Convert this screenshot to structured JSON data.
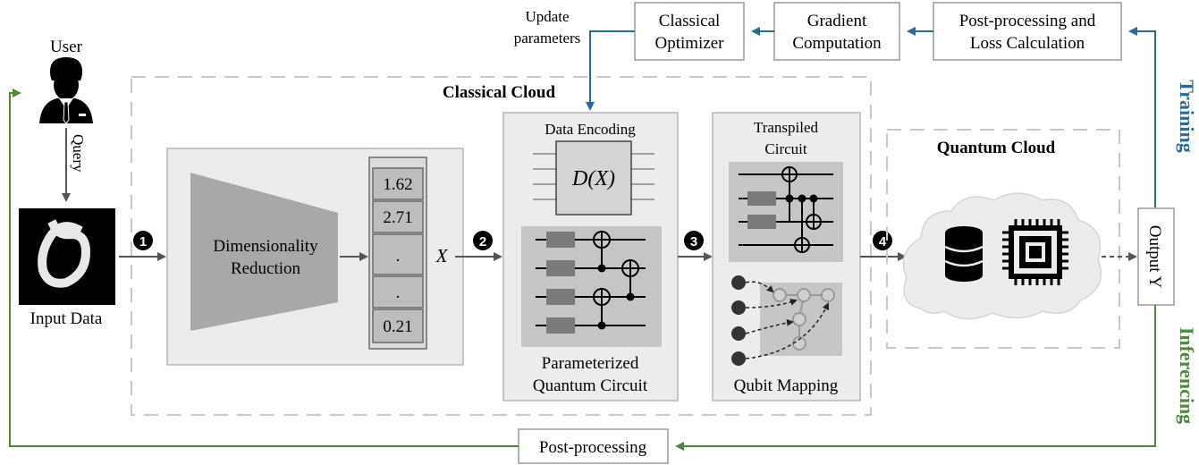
{
  "user": {
    "label": "User",
    "query": "Query"
  },
  "input": {
    "label": "Input Data"
  },
  "classical_cloud": {
    "title": "Classical Cloud"
  },
  "dim_reduction": {
    "line1": "Dimensionality",
    "line2": "Reduction"
  },
  "vector": {
    "values": [
      "1.62",
      "2.71",
      ".",
      ".",
      "0.21"
    ],
    "symbol": "X"
  },
  "encoding": {
    "title": "Data Encoding",
    "gate": "D(X)",
    "pqc_line1": "Parameterized",
    "pqc_line2": "Quantum Circuit"
  },
  "transpile": {
    "title_line1": "Transpiled",
    "title_line2": "Circuit",
    "mapping": "Qubit Mapping"
  },
  "quantum_cloud": {
    "title": "Quantum Cloud"
  },
  "output": {
    "label": "Output Y"
  },
  "training": {
    "label": "Training",
    "color": "#2a6a96"
  },
  "inferencing": {
    "label": "Inferencing",
    "color": "#4a8a3a"
  },
  "steps": [
    "1",
    "2",
    "3",
    "4"
  ],
  "top_flow": {
    "update_line1": "Update",
    "update_line2": "parameters",
    "optimizer_line1": "Classical",
    "optimizer_line2": "Optimizer",
    "gradient_line1": "Gradient",
    "gradient_line2": "Computation",
    "post_line1": "Post-processing and",
    "post_line2": "Loss Calculation"
  },
  "post_processing": {
    "label": "Post-processing"
  }
}
